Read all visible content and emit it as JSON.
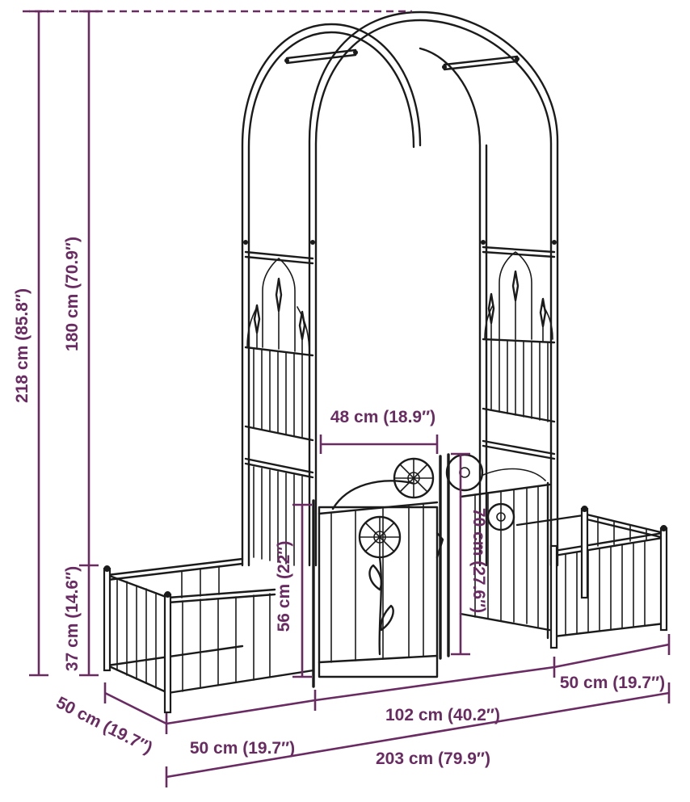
{
  "dimensions": {
    "total_height": "218 cm (85.8″)",
    "arch_height": "180 cm (70.9″)",
    "planter_height": "37 cm (14.6″)",
    "depth": "50 cm (19.7″)",
    "left_planter_width": "50 cm (19.7″)",
    "center_width": "102 cm (40.2″)",
    "right_planter_width": "50 cm (19.7″)",
    "total_width": "203 cm (79.9″)",
    "gate_width": "48 cm (18.9″)",
    "gate_height": "56 cm (22″)",
    "side_panel_height": "70 cm (27.6″)"
  },
  "colors": {
    "dimension": "#6a2b63",
    "metal": "#1b1b1b",
    "background": "#ffffff"
  }
}
